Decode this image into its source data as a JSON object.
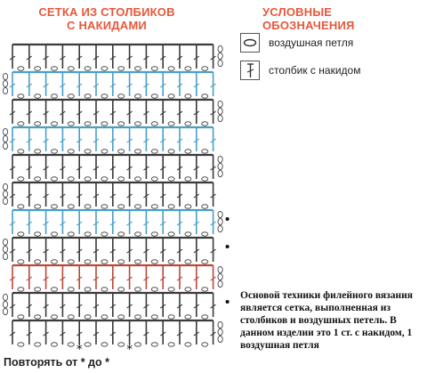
{
  "title": {
    "line1": "СЕТКА ИЗ СТОЛБИКОВ",
    "line2": "С НАКИДАМИ"
  },
  "legend": {
    "title": "УСЛОВНЫЕ ОБОЗНАЧЕНИЯ",
    "items": [
      {
        "icon": "chain-stitch-icon",
        "label": "воздушная петля"
      },
      {
        "icon": "double-crochet-icon",
        "label": "столбик с накидом"
      }
    ]
  },
  "description": "Основой техники филейного вязания является сетка, выполненная из столбиков и воздушных петель. В данном изделии это 1 ст. с накидом, 1 воздушная петля",
  "repeat_label": "Повторять от * до *",
  "chart": {
    "rows": 11,
    "columns": 12,
    "colors": {
      "dark": "#3a3a3a",
      "blue": "#4a9fc8",
      "red": "#b84a3a",
      "chain": "#555555",
      "asterisk": "#111111"
    },
    "row_colors": [
      "dark",
      "blue",
      "dark",
      "blue",
      "dark",
      "dark",
      "blue",
      "dark",
      "red",
      "dark",
      "dark"
    ]
  }
}
